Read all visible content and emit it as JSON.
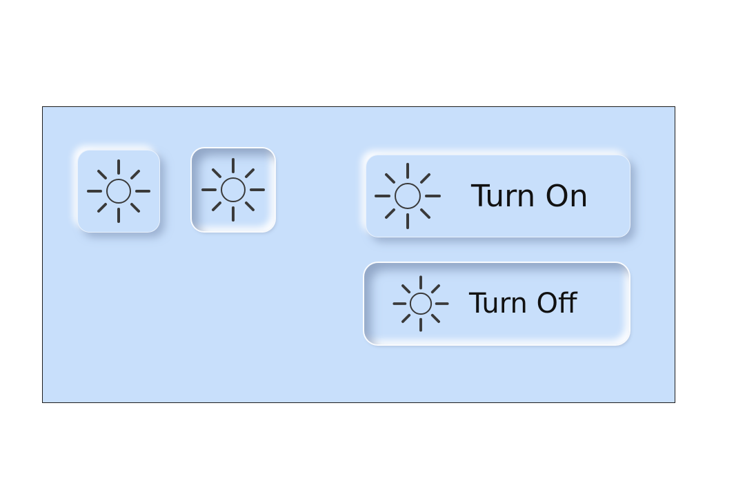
{
  "panel": {
    "background_color": "#c8dffb"
  },
  "icon_buttons": [
    {
      "icon": "sun-icon",
      "state": "raised"
    },
    {
      "icon": "sun-icon",
      "state": "pressed"
    }
  ],
  "turn_on_button": {
    "icon": "sun-icon",
    "label": "Turn On",
    "state": "raised"
  },
  "turn_off_button": {
    "icon": "sun-icon",
    "label": "Turn Off",
    "state": "pressed"
  },
  "colors": {
    "text": "#111111",
    "icon": "#3a3a3a",
    "background": "#c8dffb"
  }
}
